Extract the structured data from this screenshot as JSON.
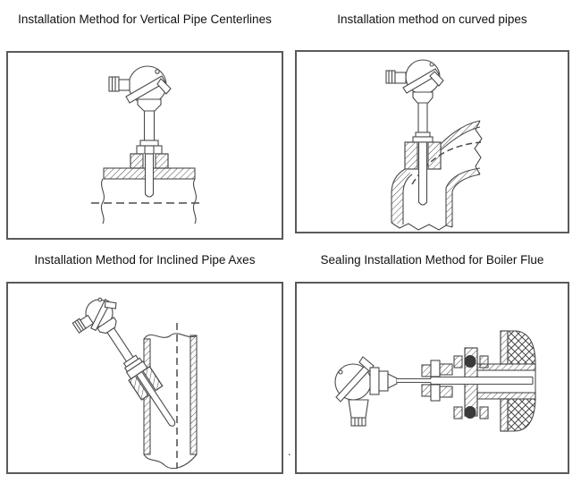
{
  "page": {
    "background": "#ffffff",
    "kind": "technical illustration sheet: thermocouple installation methods"
  },
  "colors": {
    "line": "#4a4a4a",
    "panel_border": "#5a5a5a",
    "text": "#111111",
    "bolt_fill": "#3a3a3a"
  },
  "figures": [
    {
      "id": "vertical",
      "caption": "Installation Method for Vertical Pipe Centerlines",
      "diagram": "thermocouple mounted vertically on pipe centerline through hatched boss and pipe wall, probe tip above dashed centerline"
    },
    {
      "id": "curved",
      "caption": "Installation method on curved pipes",
      "diagram": "thermocouple mounted vertically at elbow bend of curved pipe, probe along vertical leg, dashed curved centerline"
    },
    {
      "id": "inclined",
      "caption": "Installation Method for Inclined Pipe Axes",
      "diagram": "thermocouple inserted at an incline through wall of vertical pipe, probe tip reaching dashed pipe axis"
    },
    {
      "id": "boiler_flue",
      "caption": "Sealing Installation Method for Boiler Flue",
      "diagram": "horizontal thermocouple through stuffing box and bolted sealing flange into cross-hatched boiler flue wall sleeve"
    }
  ],
  "stray_text": "."
}
